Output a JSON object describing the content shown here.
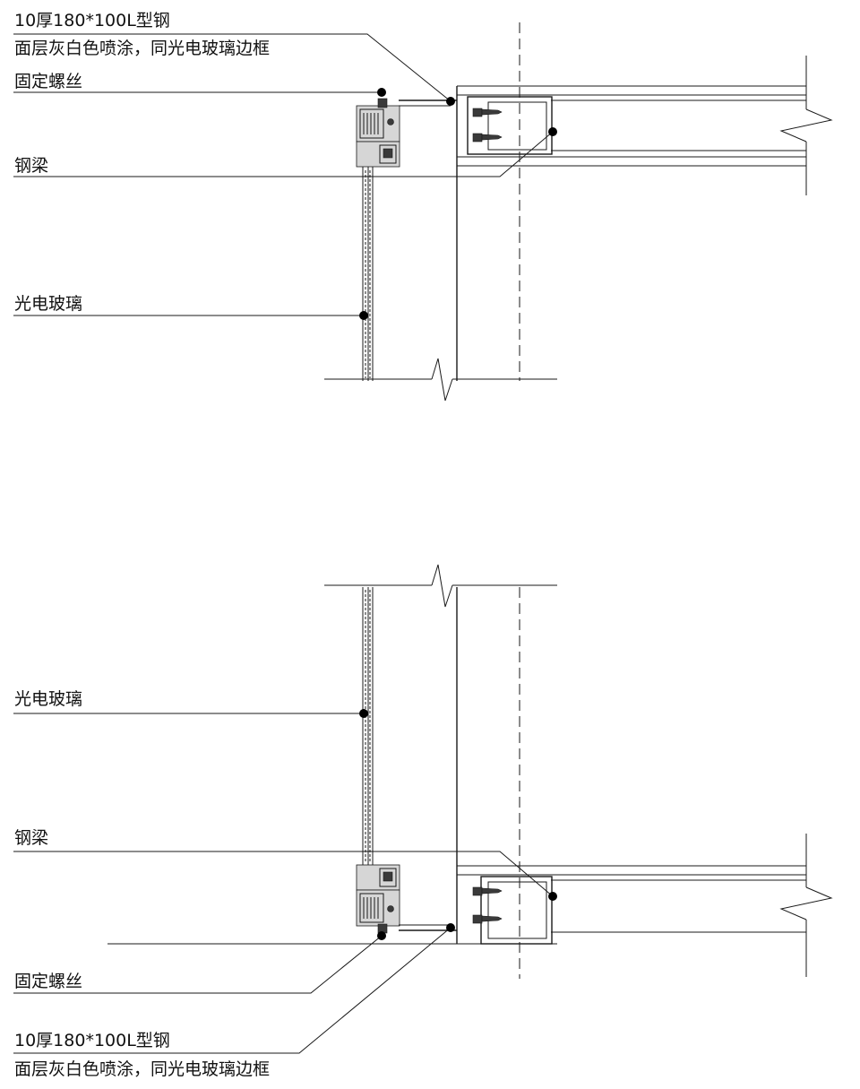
{
  "labels": {
    "top": {
      "steel_line1": "10厚180*100L型钢",
      "steel_line2": "面层灰白色喷涂，同光电玻璃边框",
      "screw": "固定螺丝",
      "beam": "钢梁",
      "glass": "光电玻璃"
    },
    "bottom": {
      "glass": "光电玻璃",
      "beam": "钢梁",
      "screw": "固定螺丝",
      "steel_line1": "10厚180*100L型钢",
      "steel_line2": "面层灰白色喷涂，同光电玻璃边框"
    }
  },
  "icons": {
    "leader_dot": "leader-dot-icon",
    "break_mark": "break-line-icon",
    "screw": "screw-icon"
  },
  "colors": {
    "line": "#1a1a1a",
    "text": "#111111",
    "dot": "#000000",
    "background": "#ffffff"
  }
}
